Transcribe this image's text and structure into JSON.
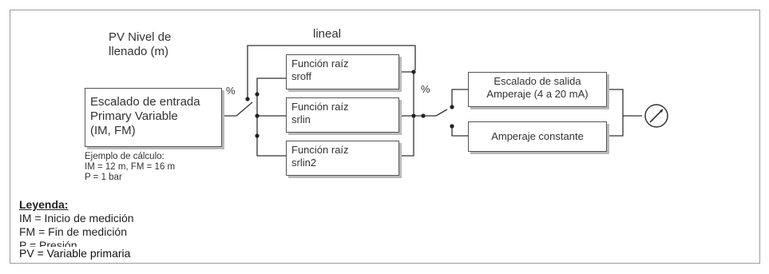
{
  "title": {
    "line1": "PV Nivel de",
    "line2": "llenado (m)"
  },
  "top_label": "lineal",
  "percent_left": "%",
  "percent_right": "%",
  "input_block": {
    "line1": "Escalado de entrada",
    "line2": "Primary Variable",
    "line3": "(IM, FM)"
  },
  "example": {
    "line1": "Ejemplo de cálculo:",
    "line2": "IM = 12 m, FM = 16 m",
    "line3": "P = 1 bar"
  },
  "functions": [
    {
      "line1": "Función raíz",
      "line2": "sroff"
    },
    {
      "line1": "Función raíz",
      "line2": "srlin"
    },
    {
      "line1": "Función raíz",
      "line2": "srlin2"
    }
  ],
  "output_block": {
    "line1": "Escalado de salida",
    "line2": "Amperaje (4 a 20 mA)"
  },
  "constant_block": {
    "label": "Amperaje constante"
  },
  "legend": {
    "title": "Leyenda:",
    "items": [
      "IM = Inicio de medición",
      "FM = Fin de medición",
      "P = Presión",
      "PV = Variable primaria"
    ]
  },
  "gauge_icon": "meter-gauge-icon"
}
